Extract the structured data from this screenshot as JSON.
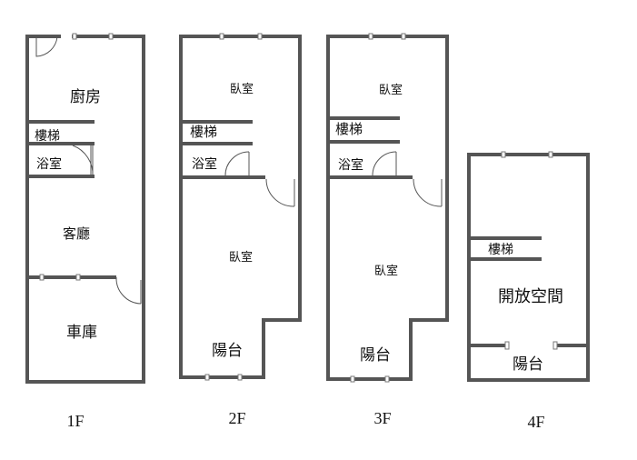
{
  "floors": [
    {
      "label": "1F",
      "rooms": {
        "kitchen": "廚房",
        "stairs": "樓梯",
        "bathroom": "浴室",
        "living": "客廳",
        "garage": "車庫"
      }
    },
    {
      "label": "2F",
      "rooms": {
        "bedroom_top": "臥室",
        "stairs": "樓梯",
        "bathroom": "浴室",
        "bedroom_main": "臥室",
        "balcony": "陽台"
      }
    },
    {
      "label": "3F",
      "rooms": {
        "bedroom_top": "臥室",
        "stairs": "樓梯",
        "bathroom": "浴室",
        "bedroom_main": "臥室",
        "balcony": "陽台"
      }
    },
    {
      "label": "4F",
      "rooms": {
        "stairs": "樓梯",
        "open_space": "開放空間",
        "balcony": "陽台"
      }
    }
  ],
  "colors": {
    "wall": "#555555",
    "text": "#111111",
    "background": "#ffffff"
  }
}
